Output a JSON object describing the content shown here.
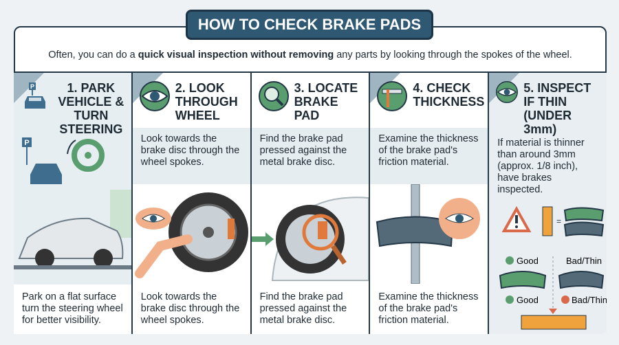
{
  "title": "HOW TO CHECK BRAKE PADS",
  "intro": {
    "pre": "Often, you can do a ",
    "bold": "quick visual inspection without removing",
    "post": " any parts by looking through the spokes of the wheel."
  },
  "steps": [
    {
      "title": "1. PARK VEHICLE & TURN STEERING",
      "icon": "parked-car-icon",
      "desc": "",
      "footer": "Park on a flat surface turn the steering wheel for better visibility."
    },
    {
      "title": "2. LOOK THROUGH WHEEL",
      "icon": "eye-icon",
      "desc": "Look towards the brake disc through the wheel spokes.",
      "footer": "Look towards the brake disc through the wheel spokes."
    },
    {
      "title": "3. LOCATE BRAKE PAD",
      "icon": "magnifier-icon",
      "desc": "Find the brake pad pressed against the metal brake disc.",
      "footer": "Find the brake pad pressed against the metal brake disc."
    },
    {
      "title": "4. CHECK THICKNESS",
      "icon": "caliper-icon",
      "desc": "Examine the thickness of the brake pad's friction material.",
      "footer": "Examine the thickness of the brake pad's friction material."
    },
    {
      "title": "5. INSPECT IF THIN (UNDER 3mm)",
      "icon": "eye-icon",
      "desc": "If material is thinner than around 3mm (approx. 1/8 inch), have brakes inspected.",
      "footer": ""
    }
  ],
  "legend": {
    "good_top": "Good",
    "bad_top": "Bad/Thin",
    "good": "Good",
    "bad": "Bad/Thin",
    "parking_sign": "P"
  },
  "colors": {
    "accent": "#5a9e6f",
    "dark": "#233746",
    "title_bg": "#2f5873",
    "warning": "#d9694a",
    "ruler": "#f0a33c"
  }
}
